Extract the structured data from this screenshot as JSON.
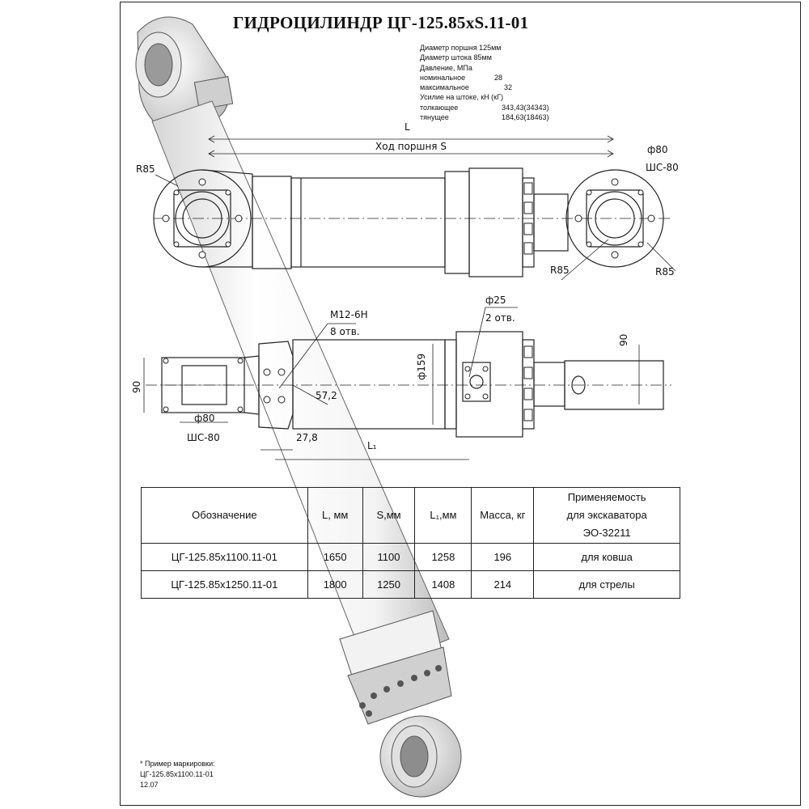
{
  "title": "ГИДРОЦИЛИНДР  ЦГ-125.85xS.11-01",
  "specs": [
    {
      "label": "Диаметр поршня 125мм",
      "value": ""
    },
    {
      "label": "Диаметр штока 85мм",
      "value": ""
    },
    {
      "label": "Давление, МПа",
      "value": ""
    },
    {
      "label": "номинальное",
      "value": "28"
    },
    {
      "label": "максимальное",
      "value": "32"
    },
    {
      "label": "Усилие на штоке, кН (кГ)",
      "value": ""
    },
    {
      "label": "толкающее",
      "value": "343,43(34343)"
    },
    {
      "label": "тянущее",
      "value": "184,63(18463)"
    }
  ],
  "dimensions": {
    "L": "L",
    "stroke": "Ход поршня S",
    "d80_top": "ф80",
    "sh80_top": "ШС-80",
    "r85_left": "R85",
    "r85_right_a": "R85",
    "r85_right_b": "R85",
    "m12": "М12-6Н",
    "holes8": "8 отв.",
    "d25": "ф25",
    "holes2": "2 отв.",
    "d159": "ф159",
    "h90_left": "90",
    "h90_right": "90",
    "d80_bottom": "ф80",
    "sh80_bottom": "ШС-80",
    "d57": "57,2",
    "d27": "27,8",
    "L1": "L₁"
  },
  "table": {
    "headers": {
      "designation": "Обозначение",
      "L": "L, мм",
      "S": "S,мм",
      "L1": "L₁,мм",
      "mass": "Масса, кг",
      "usage_1": "Применяемость",
      "usage_2": "для экскаватора",
      "usage_3": "ЭО-32211"
    },
    "rows": [
      {
        "designation": "ЦГ-125.85x1100.11-01",
        "L": "1650",
        "S": "1100",
        "L1": "1258",
        "mass": "196",
        "usage": "для ковша"
      },
      {
        "designation": "ЦГ-125.85x1250.11-01",
        "L": "1800",
        "S": "1250",
        "L1": "1408",
        "mass": "214",
        "usage": "для стрелы"
      }
    ]
  },
  "note": {
    "line1": "* Пример маркировки:",
    "line2": "ЦГ-125.85x1100.11-01",
    "line3": "12.07"
  }
}
